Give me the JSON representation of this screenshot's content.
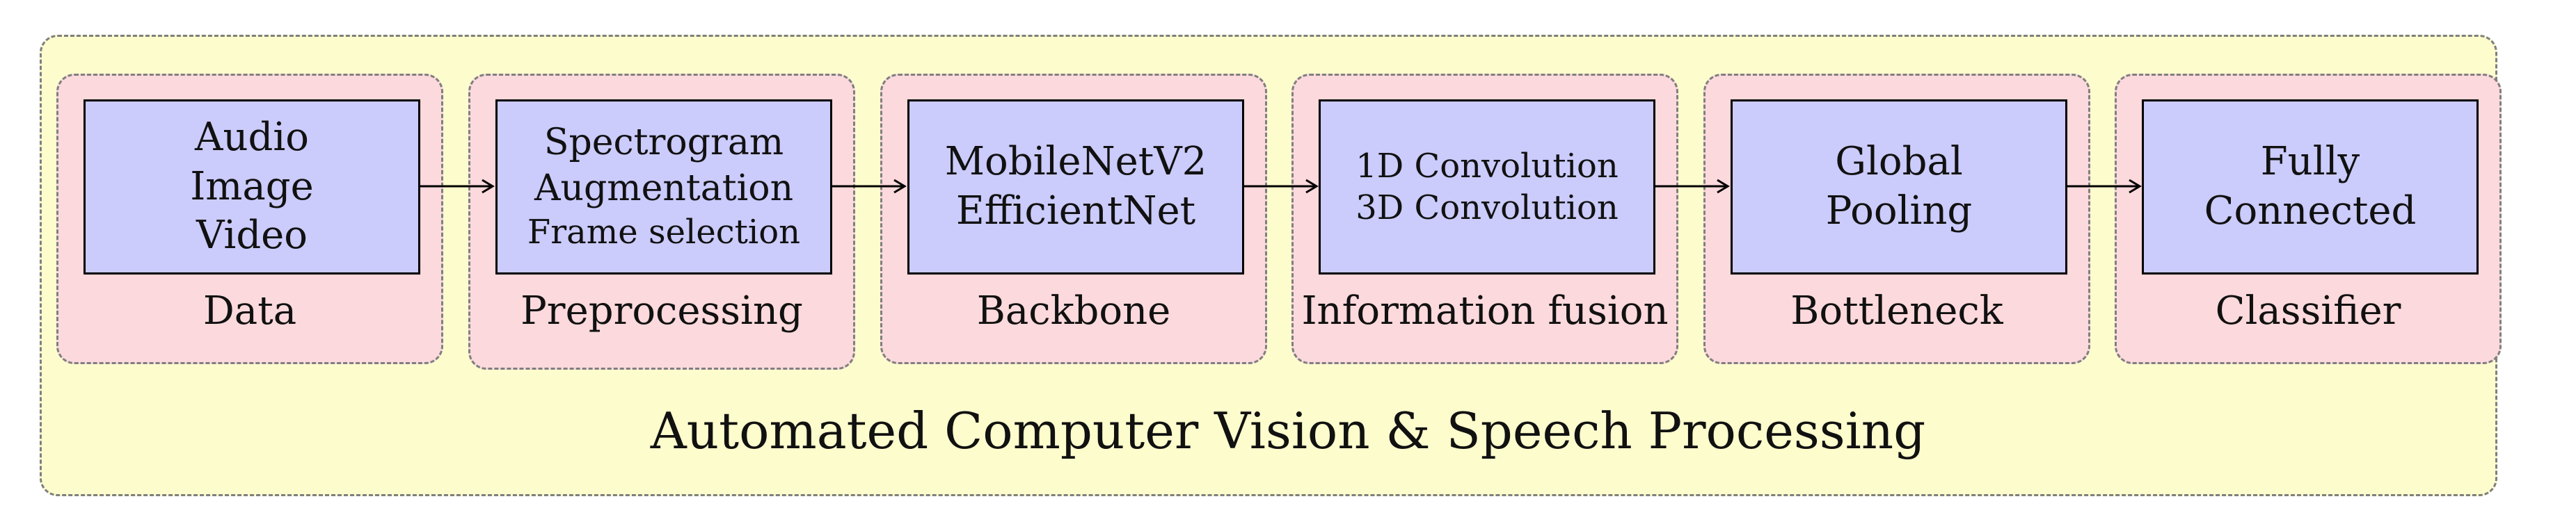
{
  "diagram": {
    "title": "Automated Computer Vision & Speech Processing",
    "stages": [
      {
        "label": "Data",
        "lines": [
          "Audio",
          "Image",
          "Video"
        ]
      },
      {
        "label": "Preprocessing",
        "lines": [
          "Spectrogram",
          "Augmentation",
          "Frame selection"
        ]
      },
      {
        "label": "Backbone",
        "lines": [
          "MobileNetV2",
          "EfficientNet"
        ]
      },
      {
        "label": "Information fusion",
        "lines": [
          "1D Convolution",
          "3D Convolution"
        ]
      },
      {
        "label": "Bottleneck",
        "lines": [
          "Global",
          "Pooling"
        ]
      },
      {
        "label": "Classifier",
        "lines": [
          "Fully",
          "Connected"
        ]
      }
    ]
  }
}
